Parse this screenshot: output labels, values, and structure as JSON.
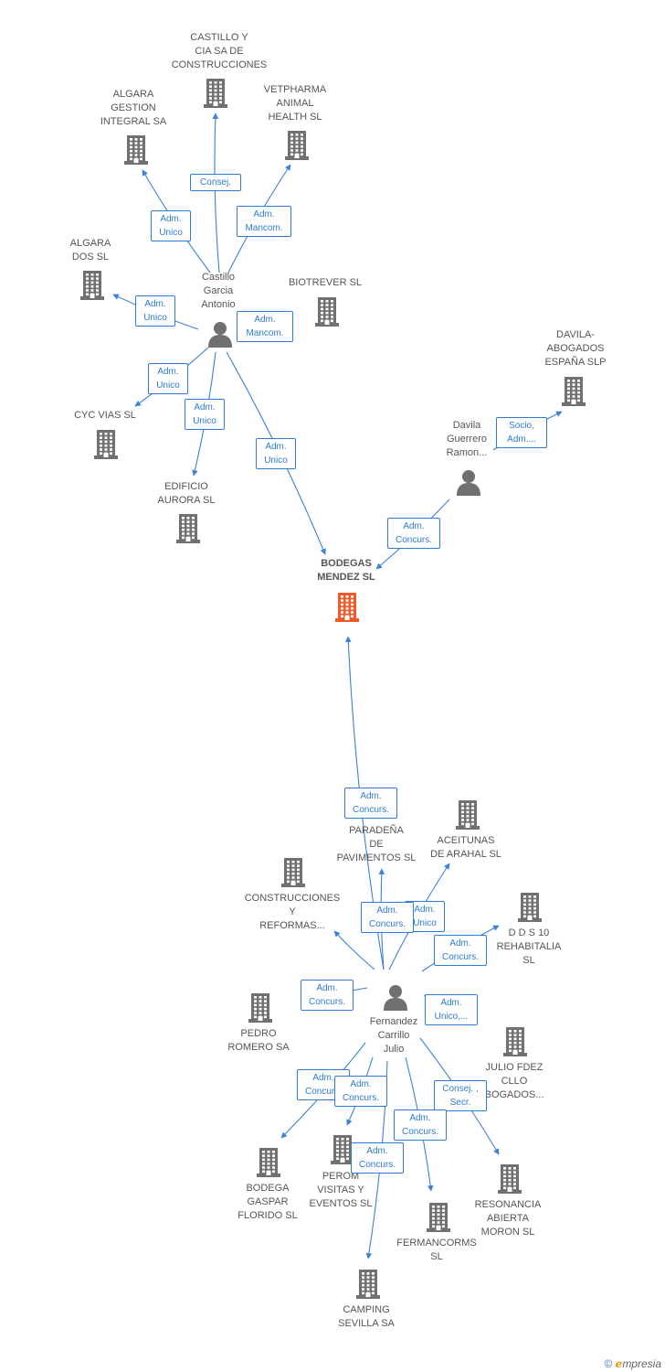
{
  "colors": {
    "edge": "#3b82d6",
    "building": "#707070",
    "building_main": "#f05a28",
    "person": "#707070",
    "role_border": "#2e7bd6"
  },
  "nodes": [
    {
      "id": "castillo_y_cia",
      "kind": "company",
      "label": [
        "CASTILLO Y",
        "CIA SA DE",
        "CONSTRUCCIONES"
      ]
    },
    {
      "id": "algara_gestion",
      "kind": "company",
      "label": [
        "ALGARA",
        "GESTION",
        "INTEGRAL SA"
      ]
    },
    {
      "id": "vetpharma",
      "kind": "company",
      "label": [
        "VETPHARMA",
        "ANIMAL",
        "HEALTH SL"
      ]
    },
    {
      "id": "algara_dos",
      "kind": "company",
      "label": [
        "ALGARA",
        "DOS SL"
      ]
    },
    {
      "id": "biotrever",
      "kind": "company",
      "label": [
        "BIOTREVER SL"
      ]
    },
    {
      "id": "castillo_person",
      "kind": "person",
      "label": [
        "Castillo",
        "Garcia",
        "Antonio"
      ]
    },
    {
      "id": "davila_abogados",
      "kind": "company",
      "label": [
        "DAVILA-",
        "ABOGADOS",
        "ESPAÑA SLP"
      ]
    },
    {
      "id": "cyc_vias",
      "kind": "company",
      "label": [
        "CYC VIAS SL"
      ]
    },
    {
      "id": "davila_person",
      "kind": "person",
      "label": [
        "Davila",
        "Guerrero",
        "Ramon..."
      ]
    },
    {
      "id": "edificio_aurora",
      "kind": "company",
      "label": [
        "EDIFICIO",
        "AURORA SL"
      ]
    },
    {
      "id": "bodegas_mendez",
      "kind": "company_main",
      "label": [
        "BODEGAS",
        "MENDEZ SL"
      ]
    },
    {
      "id": "paradena",
      "kind": "company",
      "label": [
        "PARADEÑA",
        "DE",
        "PAVIMENTOS SL"
      ]
    },
    {
      "id": "aceitunas",
      "kind": "company",
      "label": [
        "ACEITUNAS",
        "DE ARAHAL SL"
      ]
    },
    {
      "id": "construcciones_ref",
      "kind": "company",
      "label": [
        "CONSTRUCCIONES",
        "Y",
        "REFORMAS..."
      ]
    },
    {
      "id": "dds10",
      "kind": "company",
      "label": [
        "D D S 10",
        "REHABITALIA",
        "SL"
      ]
    },
    {
      "id": "fernandez_person",
      "kind": "person",
      "label": [
        "Fernandez",
        "Carrillo",
        "Julio"
      ]
    },
    {
      "id": "pedro_romero",
      "kind": "company",
      "label": [
        "PEDRO",
        "ROMERO SA"
      ]
    },
    {
      "id": "julio_fdez",
      "kind": "company",
      "label": [
        "JULIO FDEZ",
        "CLLO",
        "BOGADOS..."
      ]
    },
    {
      "id": "bodega_gaspar",
      "kind": "company",
      "label": [
        "BODEGA",
        "GASPAR",
        "FLORIDO SL"
      ]
    },
    {
      "id": "perom",
      "kind": "company",
      "label": [
        "PEROM",
        "VISITAS Y",
        "EVENTOS SL"
      ]
    },
    {
      "id": "resonancia",
      "kind": "company",
      "label": [
        "RESONANCIA",
        "ABIERTA",
        "MORON SL"
      ]
    },
    {
      "id": "fermancorms",
      "kind": "company",
      "label": [
        "FERMANCORMS",
        "SL"
      ]
    },
    {
      "id": "camping",
      "kind": "company",
      "label": [
        "CAMPING",
        "SEVILLA SA"
      ]
    }
  ],
  "edges": [
    {
      "from": "castillo_person",
      "to": "castillo_y_cia",
      "role": [
        "Consej."
      ]
    },
    {
      "from": "castillo_person",
      "to": "algara_gestion",
      "role": [
        "Adm.",
        "Unico"
      ]
    },
    {
      "from": "castillo_person",
      "to": "vetpharma",
      "role": [
        "Adm.",
        "Mancom."
      ]
    },
    {
      "from": "castillo_person",
      "to": "algara_dos",
      "role": [
        "Adm.",
        "Unico"
      ]
    },
    {
      "from": "castillo_person",
      "to": "biotrever",
      "role": [
        "Adm.",
        "Mancom."
      ]
    },
    {
      "from": "castillo_person",
      "to": "cyc_vias",
      "role": [
        "Adm.",
        "Unico"
      ]
    },
    {
      "from": "castillo_person",
      "to": "edificio_aurora",
      "role": [
        "Adm.",
        "Unico"
      ]
    },
    {
      "from": "castillo_person",
      "to": "bodegas_mendez",
      "role": [
        "Adm.",
        "Unico"
      ]
    },
    {
      "from": "davila_person",
      "to": "davila_abogados",
      "role": [
        "Socio,",
        "Adm...."
      ]
    },
    {
      "from": "davila_person",
      "to": "bodegas_mendez",
      "role": [
        "Adm.",
        "Concurs."
      ]
    },
    {
      "from": "fernandez_person",
      "to": "bodegas_mendez",
      "role": [
        "Adm.",
        "Concurs."
      ]
    },
    {
      "from": "fernandez_person",
      "to": "paradena",
      "role": [
        "Adm.",
        "Concurs."
      ]
    },
    {
      "from": "fernandez_person",
      "to": "aceitunas",
      "role": [
        "Adm.",
        "Unico"
      ]
    },
    {
      "from": "fernandez_person",
      "to": "construcciones_ref",
      "role": [
        "Adm.",
        "Concurs."
      ]
    },
    {
      "from": "fernandez_person",
      "to": "dds10",
      "role": [
        "Adm.",
        "Concurs."
      ]
    },
    {
      "from": "fernandez_person",
      "to": "pedro_romero",
      "role": [
        "Adm.",
        "Concurs."
      ]
    },
    {
      "from": "fernandez_person",
      "to": "julio_fdez",
      "role": [
        "Adm.",
        "Unico,..."
      ]
    },
    {
      "from": "fernandez_person",
      "to": "bodega_gaspar",
      "role": [
        "Adm.",
        "Concurs."
      ]
    },
    {
      "from": "fernandez_person",
      "to": "perom",
      "role": [
        "Adm.",
        "Concurs."
      ]
    },
    {
      "from": "fernandez_person",
      "to": "resonancia",
      "role": [
        "Consej. ,",
        "Secr."
      ]
    },
    {
      "from": "fernandez_person",
      "to": "fermancorms",
      "role": [
        "Adm.",
        "Concurs."
      ]
    },
    {
      "from": "fernandez_person",
      "to": "camping",
      "role": [
        "Adm.",
        "Concurs."
      ]
    }
  ],
  "brand": {
    "copyright": "©",
    "e": "ℯ",
    "rest": "mpresia"
  }
}
